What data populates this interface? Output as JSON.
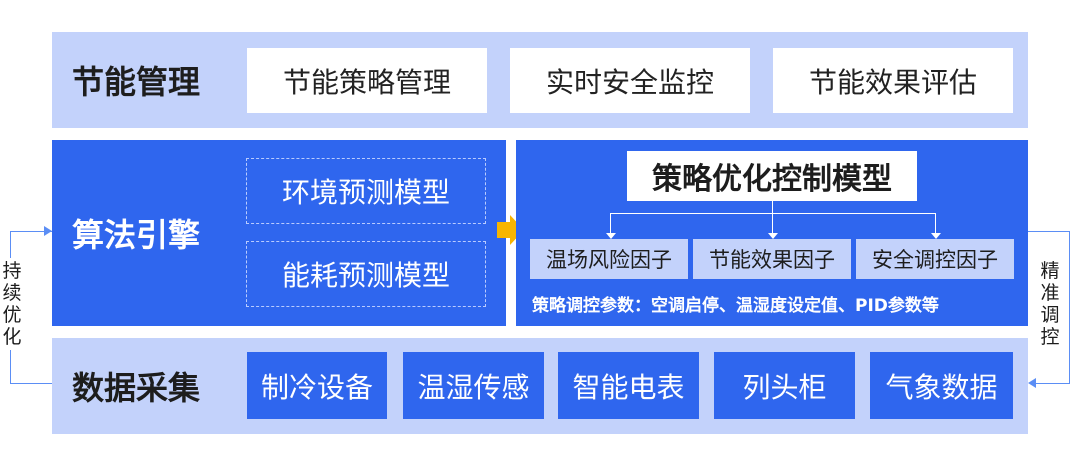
{
  "energy_management": {
    "title": "节能管理",
    "items": [
      "节能策略管理",
      "实时安全监控",
      "节能效果评估"
    ]
  },
  "algorithm_engine": {
    "title": "算法引擎",
    "models": [
      "环境预测模型",
      "能耗预测模型"
    ],
    "strategy": {
      "title": "策略优化控制模型",
      "factors": [
        "温场风险因子",
        "节能效果因子",
        "安全调控因子"
      ],
      "params": "策略调控参数：空调启停、温湿度设定值、PID参数等"
    }
  },
  "data_collection": {
    "title": "数据采集",
    "items": [
      "制冷设备",
      "温湿传感",
      "智能电表",
      "列头柜",
      "气象数据"
    ]
  },
  "side_labels": {
    "left": [
      "持",
      "续",
      "优",
      "化"
    ],
    "right": [
      "精",
      "准",
      "调",
      "控"
    ]
  },
  "colors": {
    "primary_blue": "#2f66ee",
    "light_blue": "#c3d2fb",
    "arrow_yellow": "#f7b500",
    "connector_blue": "#5b8ef5"
  }
}
